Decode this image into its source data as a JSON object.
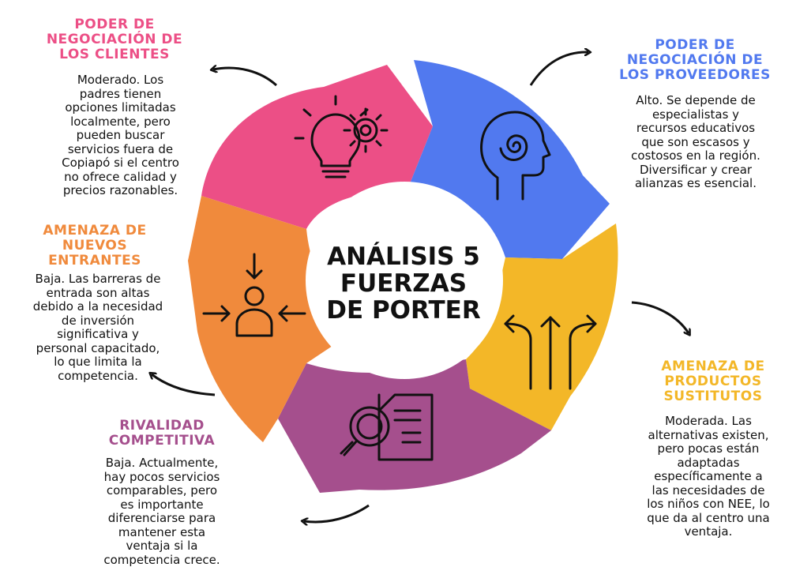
{
  "center_title": [
    "ANÁLISIS 5",
    "FUERZAS",
    "DE PORTER"
  ],
  "forces": {
    "clientes": {
      "title": [
        "PODER DE",
        "NEGOCIACIÓN DE",
        "LOS CLIENTES"
      ],
      "text": [
        "Moderado. Los",
        "padres tienen",
        "opciones limitadas",
        "localmente, pero",
        "pueden buscar",
        "servicios fuera de",
        "Copiapó si el centro",
        "no ofrece calidad y",
        "precios razonables."
      ],
      "color": "#ec4f86",
      "icon": "lightbulb-gear-icon"
    },
    "proveedores": {
      "title": [
        "PODER DE",
        "NEGOCIACIÓN DE",
        "LOS PROVEEDORES"
      ],
      "text": [
        "Alto. Se depende de",
        "especialistas y",
        "recursos educativos",
        "que son escasos y",
        "costosos en la región.",
        "Diversificar y crear",
        "alianzas es esencial."
      ],
      "color": "#5179ef",
      "icon": "head-spiral-icon"
    },
    "sustitutos": {
      "title": [
        "AMENAZA DE",
        "PRODUCTOS",
        "SUSTITUTOS"
      ],
      "text": [
        "Moderada. Las",
        "alternativas existen,",
        "pero pocas están",
        "adaptadas",
        "específicamente a",
        "las necesidades de",
        "los niños con NEE, lo",
        "que da al centro una",
        "ventaja."
      ],
      "color": "#f3b728",
      "icon": "diverging-arrows-icon"
    },
    "rivalidad": {
      "title": [
        "RIVALIDAD",
        "COMPETITIVA"
      ],
      "text": [
        "Baja. Actualmente,",
        "hay pocos servicios",
        "comparables, pero",
        "es importante",
        "diferenciarse para",
        "mantener esta",
        "ventaja si la",
        "competencia crece."
      ],
      "color": "#a54f8d",
      "icon": "document-magnifier-icon"
    },
    "nuevos": {
      "title": [
        "AMENAZA DE",
        "NUEVOS",
        "ENTRANTES"
      ],
      "text": [
        "Baja. Las barreras de",
        "entrada son altas",
        "debido a la necesidad",
        "de inversión",
        "significativa y",
        "personal capacitado,",
        "lo que limita la",
        "competencia."
      ],
      "color": "#f08a3c",
      "icon": "person-arrows-icon"
    }
  }
}
